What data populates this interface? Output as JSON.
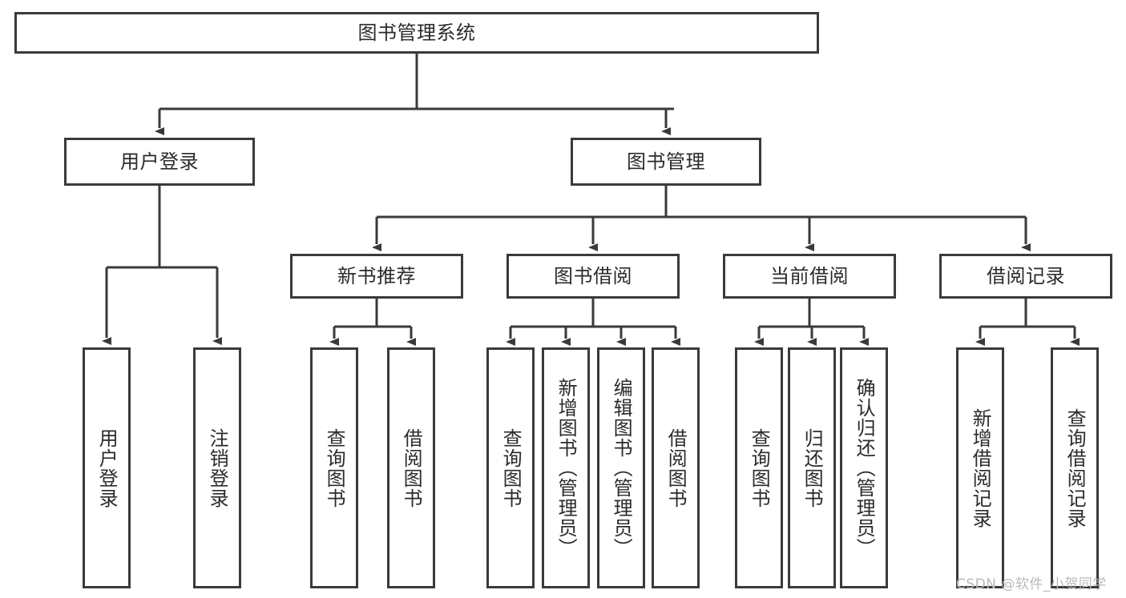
{
  "diagram": {
    "type": "tree-hierarchy",
    "title": "图书管理系统",
    "root": {
      "label": "图书管理系统"
    },
    "level2": [
      {
        "label": "用户登录"
      },
      {
        "label": "图书管理"
      }
    ],
    "level3": [
      {
        "label": "新书推荐"
      },
      {
        "label": "图书借阅"
      },
      {
        "label": "当前借阅"
      },
      {
        "label": "借阅记录"
      }
    ],
    "leaves": {
      "user_login": [
        {
          "label": "用户登录"
        },
        {
          "label": "注销登录"
        }
      ],
      "new_book_recommend": [
        {
          "label": "查询图书"
        },
        {
          "label": "借阅图书"
        }
      ],
      "book_borrow": [
        {
          "label": "查询图书"
        },
        {
          "label": "新增图书（管理员）"
        },
        {
          "label": "编辑图书（管理员）"
        },
        {
          "label": "借阅图书"
        }
      ],
      "current_borrow": [
        {
          "label": "查询图书"
        },
        {
          "label": "归还图书"
        },
        {
          "label": "确认归还（管理员）"
        }
      ],
      "borrow_record": [
        {
          "label": "新增借阅记录"
        },
        {
          "label": "查询借阅记录"
        }
      ]
    }
  },
  "watermark": {
    "text": "CSDN @软件_小贺同学"
  },
  "colors": {
    "stroke": "#3a3a3a",
    "background": "#ffffff",
    "text": "#2b2b2b",
    "watermark": "#b9b9b9"
  }
}
